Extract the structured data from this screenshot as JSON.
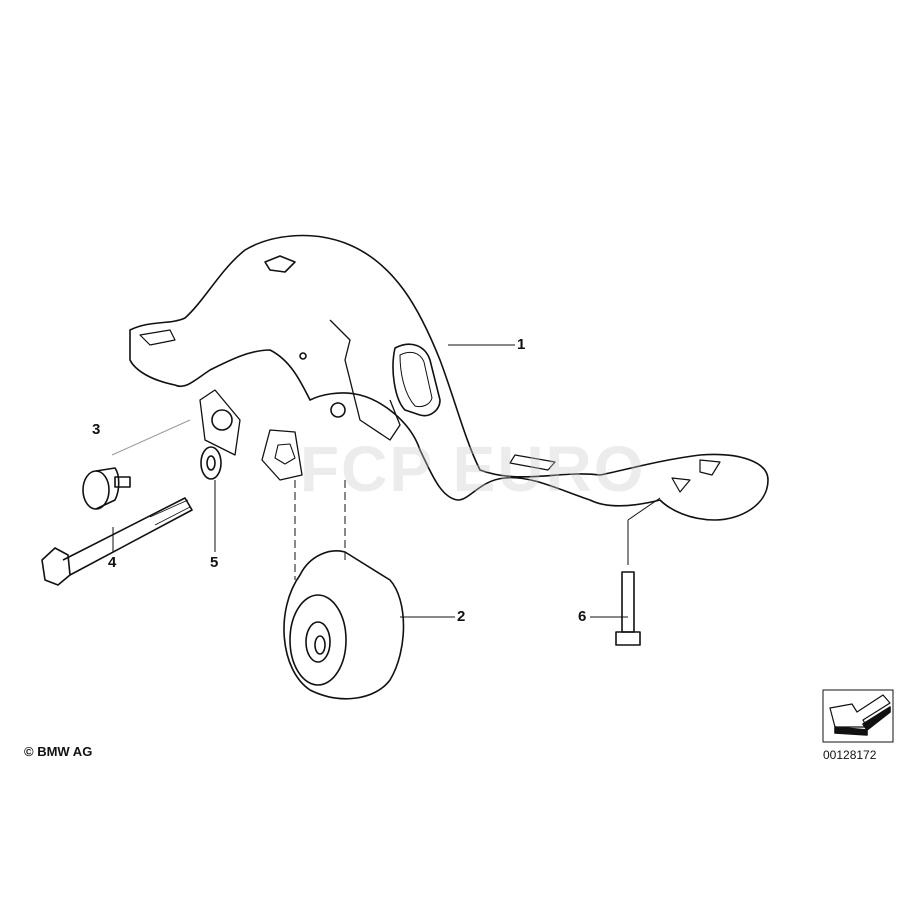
{
  "diagram": {
    "callouts": [
      {
        "number": "1",
        "part": "subframe-bracket"
      },
      {
        "number": "2",
        "part": "rubber-mount"
      },
      {
        "number": "3",
        "part": "stop-buffer"
      },
      {
        "number": "4",
        "part": "hex-bolt"
      },
      {
        "number": "5",
        "part": "washer"
      },
      {
        "number": "6",
        "part": "bolt"
      }
    ],
    "copyright": "© BMW AG",
    "image_number": "00128172",
    "watermark": "FCP EURO"
  },
  "colors": {
    "line": "#111111",
    "background": "#ffffff"
  }
}
